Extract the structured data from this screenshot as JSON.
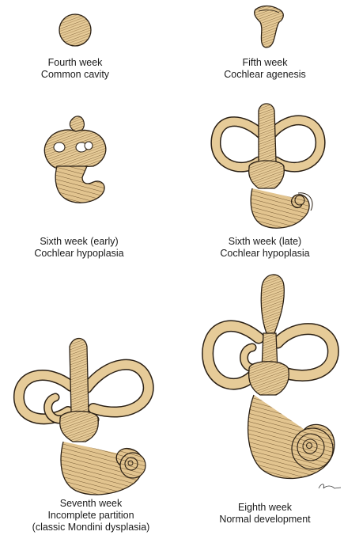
{
  "colors": {
    "fill": "#e6cb98",
    "fill_shade": "#c9a66b",
    "stroke": "#2b2014",
    "background": "#ffffff"
  },
  "panels": [
    {
      "id": "fourth-week",
      "line1": "Fourth week",
      "line2": "Common cavity"
    },
    {
      "id": "fifth-week",
      "line1": "Fifth week",
      "line2": "Cochlear agenesis"
    },
    {
      "id": "sixth-week-early",
      "line1": "Sixth week (early)",
      "line2": "Cochlear hypoplasia"
    },
    {
      "id": "sixth-week-late",
      "line1": "Sixth week (late)",
      "line2": "Cochlear hypoplasia"
    },
    {
      "id": "seventh-week",
      "line1": "Seventh week",
      "line2": "Incomplete partition",
      "line3": "(classic Mondini dysplasia)"
    },
    {
      "id": "eighth-week",
      "line1": "Eighth week",
      "line2": "Normal development"
    }
  ]
}
